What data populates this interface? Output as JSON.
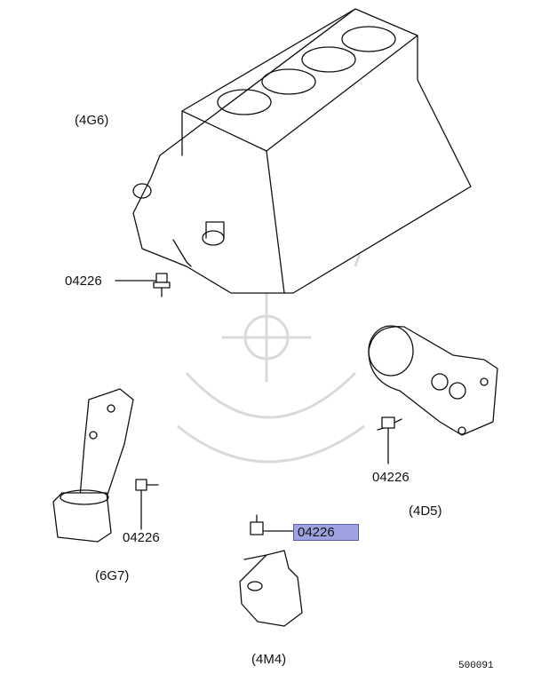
{
  "engines": {
    "g6": "(4G6)",
    "d5": "(4D5)",
    "g7": "(6G7)",
    "m4": "(4M4)"
  },
  "callouts": [
    {
      "part_number": "04226",
      "highlighted": false
    },
    {
      "part_number": "04226",
      "highlighted": false
    },
    {
      "part_number": "04226",
      "highlighted": false
    },
    {
      "part_number": "04226",
      "highlighted": true
    }
  ],
  "catalog_code": "500091",
  "colors": {
    "highlight_fill": "#9ea3e0",
    "line": "#111111"
  }
}
